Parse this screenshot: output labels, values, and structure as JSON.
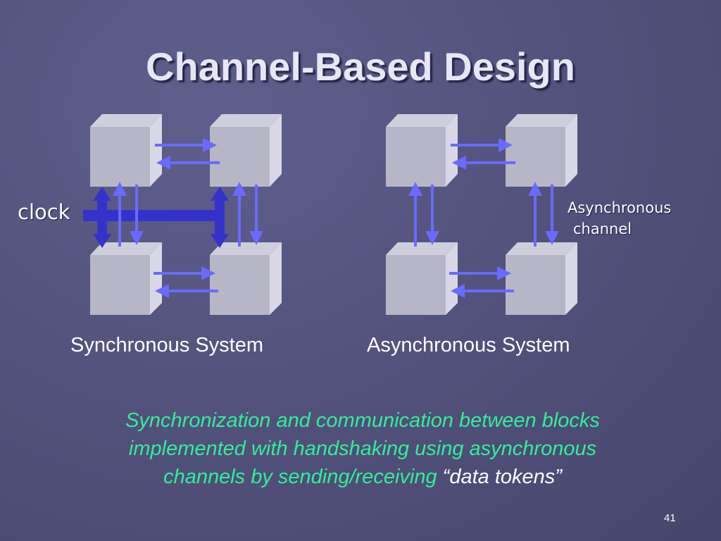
{
  "slide": {
    "title": "Channel-Based Design",
    "number": "41"
  },
  "diagram": {
    "clock_label": "clock",
    "async_channel_label_line1": "Asynchronous",
    "async_channel_label_line2": "channel",
    "sync_caption": "Synchronous System",
    "async_caption": "Asynchronous System"
  },
  "body": {
    "line1": "Synchronization and communication between blocks",
    "line2": "implemented with handshaking using asynchronous",
    "line3_prefix": "channels by sending/receiving ",
    "line3_quote": "“data tokens”"
  },
  "colors": {
    "background": "#55557f",
    "block_face": "#b8b8c8",
    "channel_arrow": "#6a6aff",
    "clock_bar": "#3333cc",
    "body_text": "#33ee99"
  }
}
